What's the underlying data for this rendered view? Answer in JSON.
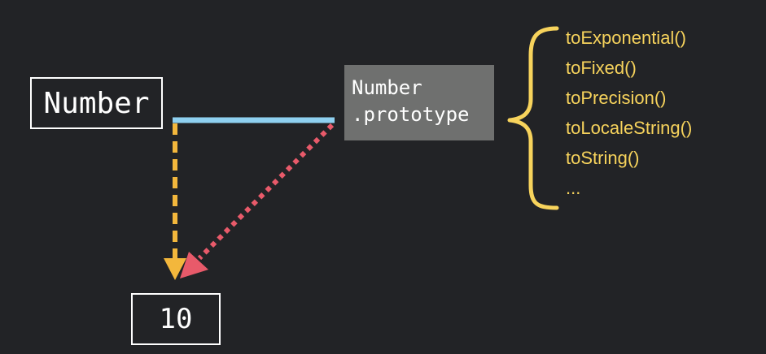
{
  "diagram": {
    "constructor_label": "Number",
    "prototype_label": {
      "line1": "Number",
      "line2": ".prototype"
    },
    "instance_label": "10",
    "methods": [
      "toExponential()",
      "toFixed()",
      "toPrecision()",
      "toLocaleString()",
      "toString()",
      "..."
    ]
  },
  "colors": {
    "background": "#222326",
    "prototype_link": "#8fd0f0",
    "constructor_arrow": "#f3b73c",
    "proto_arrow": "#e85a6a",
    "methods_text": "#f7d35c",
    "prototype_box": "#6f706f"
  }
}
